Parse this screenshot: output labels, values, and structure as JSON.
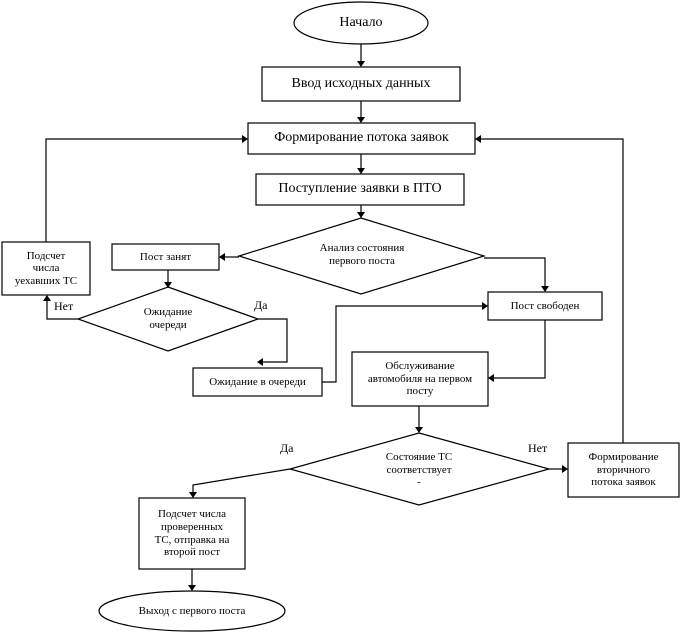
{
  "nodes": {
    "start": "Начало",
    "input_data": "Ввод исходных данных",
    "form_stream": "Формирование потока заявок",
    "request_arrival": "Поступление заявки в ПТО",
    "analyze_post": "Анализ состояния\nпервого поста",
    "post_busy": "Пост занят",
    "waiting_queue_decision": "Ожидание\nочереди",
    "count_departed": "Подсчет\nчисла\nуехавших ТС",
    "post_free": "Пост свободен",
    "waiting_in_queue": "Ожидание в очереди",
    "service_first_post": "Обслуживание\nавтомобиля на первом\nпосту",
    "vehicle_state": "Состояние ТС\nсоответствует\n-",
    "secondary_stream": "Формирование\nвторичного\nпотока заявок",
    "count_checked": "Подсчет числа\nпроверенных\nТС, отправка на\nвторой пост",
    "exit_first_post": "Выход с первого поста"
  },
  "edge_labels": {
    "queue_no": "Нет",
    "queue_yes": "Да",
    "state_yes": "Да",
    "state_no": "Нет"
  }
}
